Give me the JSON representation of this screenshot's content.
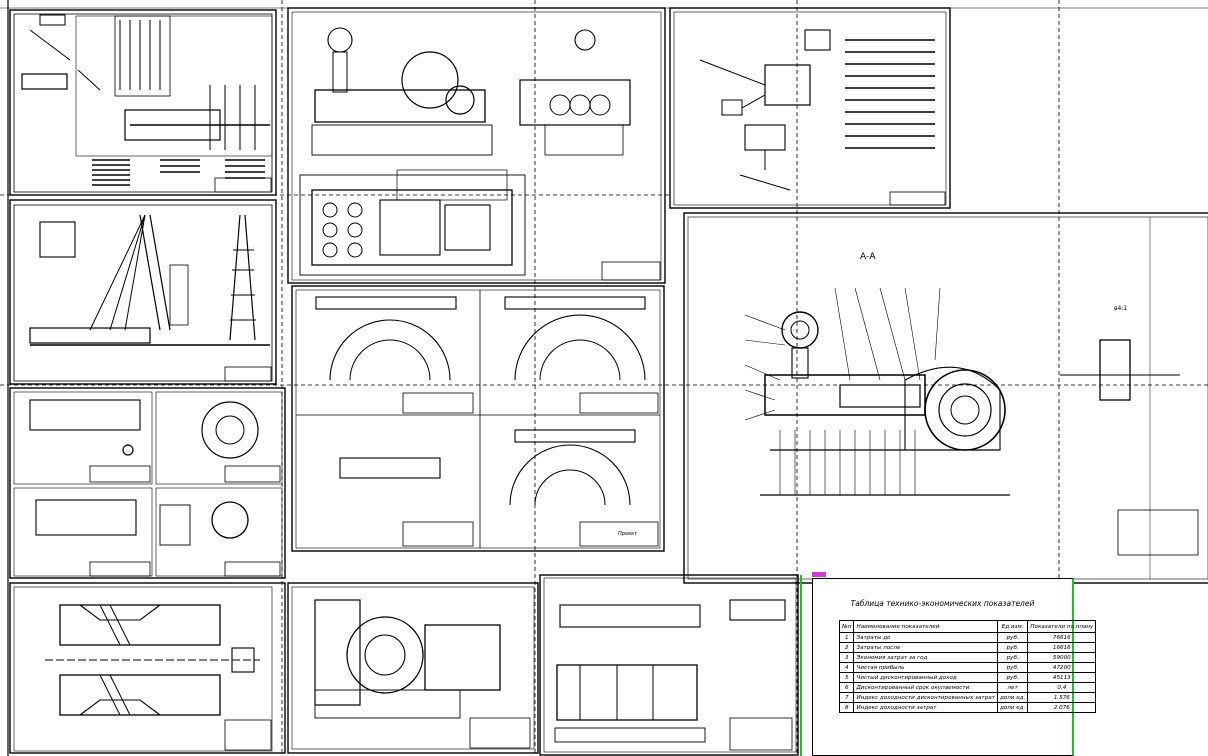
{
  "drawing": {
    "section_label": "А-А",
    "detail_label": "в4:1",
    "small_stamp": "Проект"
  },
  "economic_table": {
    "title": "Таблица технико-экономических показателей",
    "headers": [
      "№п",
      "Наименование показателей",
      "Ед.изм.",
      "Показатели по плану"
    ],
    "rows": [
      {
        "n": "1",
        "name": "Затраты до",
        "unit": "руб.",
        "value": "76616"
      },
      {
        "n": "2",
        "name": "Затраты после",
        "unit": "руб.",
        "value": "16616"
      },
      {
        "n": "3",
        "name": "Экономия затрат за год",
        "unit": "руб.",
        "value": "59000"
      },
      {
        "n": "4",
        "name": "Чистая прибыль",
        "unit": "руб.",
        "value": "47200"
      },
      {
        "n": "5",
        "name": "Чистый дисконтированный доход",
        "unit": "руб.",
        "value": "45113"
      },
      {
        "n": "6",
        "name": "Дисконтированный срок окупаемости",
        "unit": "лет",
        "value": "0.4"
      },
      {
        "n": "7",
        "name": "Индекс доходности дисконтированных затрат",
        "unit": "доли ед.",
        "value": "1.576"
      },
      {
        "n": "8",
        "name": "Индекс доходности затрат",
        "unit": "доли ед.",
        "value": "2.076"
      }
    ]
  },
  "colors": {
    "line": "#000000",
    "background": "#ffffff",
    "selection_green": "#1dbf2e",
    "marker_pink": "#d040d0"
  }
}
